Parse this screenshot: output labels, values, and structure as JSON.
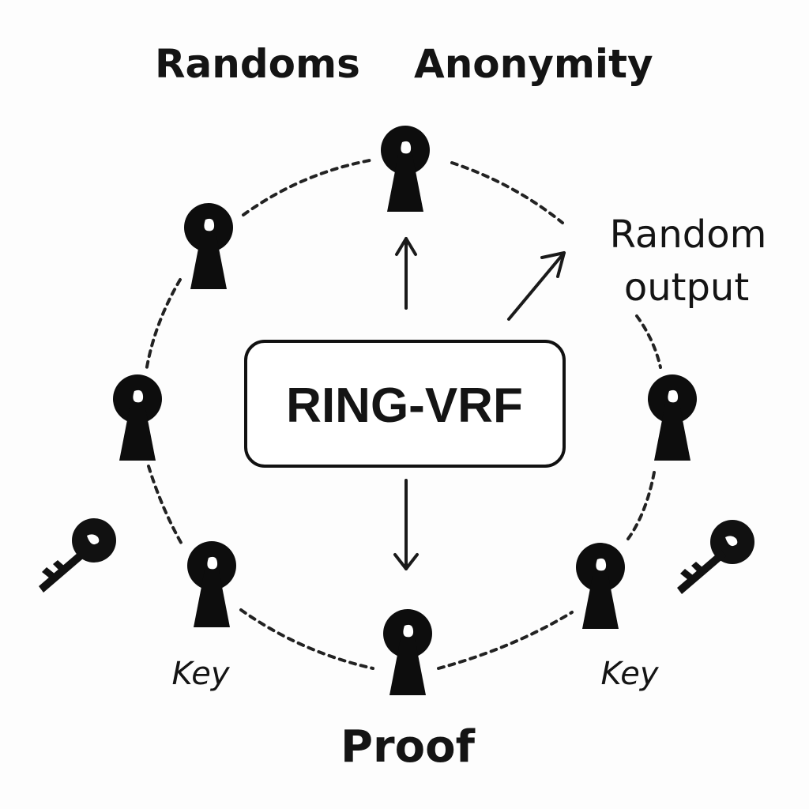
{
  "title_left": "Randoms",
  "title_right": "Anonymity",
  "center_label": "RING-VRF",
  "output_line1": "Random",
  "output_line2": "output",
  "key_left": "Key",
  "key_right": "Key",
  "proof_label": "Proof",
  "icons": {
    "node": "keyhole-icon",
    "key": "key-icon",
    "arrow": "arrow-icon"
  },
  "colors": {
    "ink": "#111111",
    "background": "#fdfdfd"
  }
}
